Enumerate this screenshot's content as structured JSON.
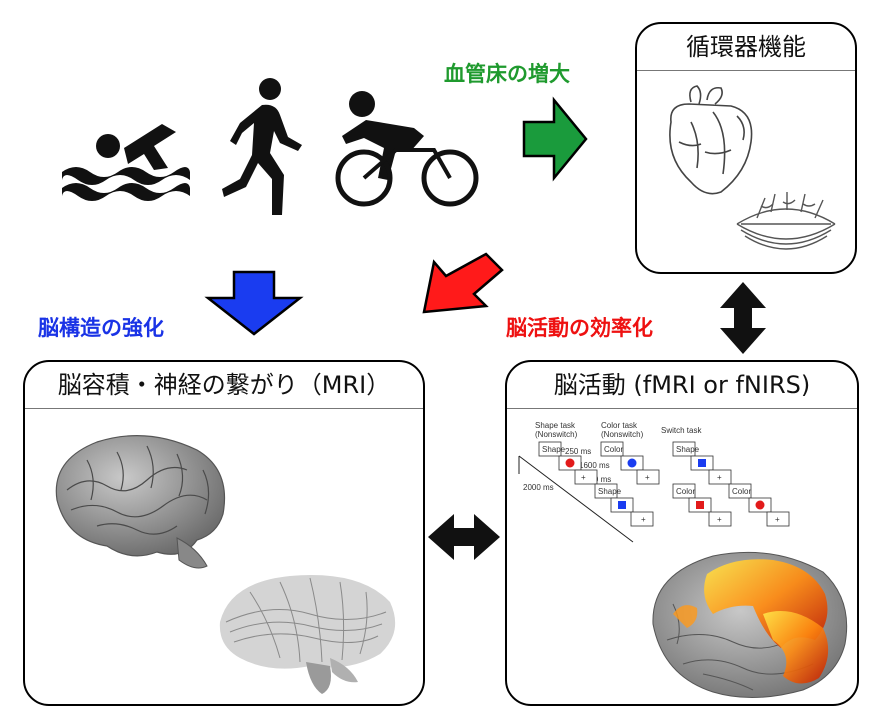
{
  "labels": {
    "vascular_bed": "血管床の増大",
    "brain_structure": "脳構造の強化",
    "brain_activity_eff": "脳活動の効率化"
  },
  "boxes": {
    "circulatory": {
      "title": "循環器機能"
    },
    "mri": {
      "title": "脳容積・神経の繋がり（MRI）"
    },
    "activity": {
      "title": "脳活動 (fMRI or fNIRS)"
    }
  },
  "task": {
    "shape_task": "Shape task",
    "nonswitch1": "(Nonswitch)",
    "color_task": "Color task",
    "nonswitch2": "(Nonswitch)",
    "switch_task": "Switch task",
    "t250": "250 ms",
    "t1600": "1600 ms",
    "t150": "150 ms",
    "t2000": "2000 ms",
    "shape": "Shape",
    "color": "Color",
    "plus": "+"
  },
  "colors": {
    "green": "#1a9b3c",
    "blue": "#1a3cf0",
    "red": "#ff1a1a",
    "label_green": "#1f9a2e",
    "label_blue": "#1a33e6",
    "label_red": "#ee1111"
  },
  "icons": [
    "swimmer-icon",
    "runner-icon",
    "cyclist-icon",
    "heart-icon",
    "vessel-icon",
    "brain-icon",
    "tractography-icon",
    "activation-brain-icon"
  ]
}
